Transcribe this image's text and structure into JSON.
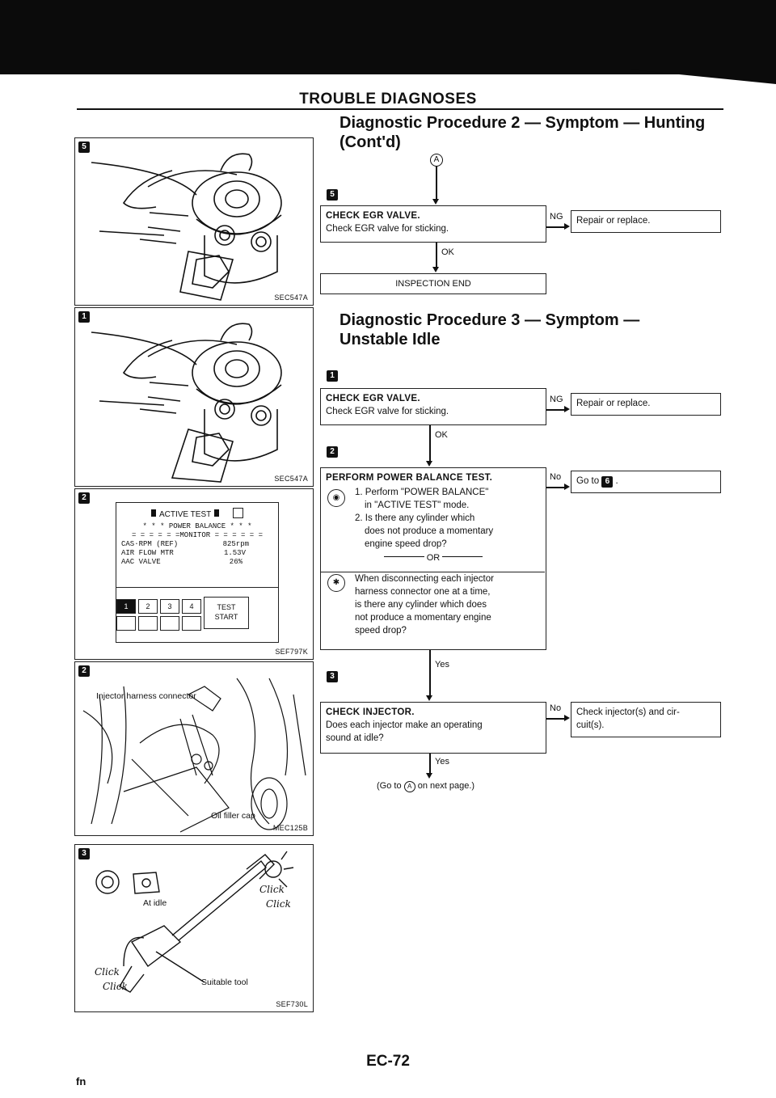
{
  "header": {
    "section_title": "TROUBLE DIAGNOSES"
  },
  "proc2": {
    "title_line1": "Diagnostic Procedure 2 — Symptom — Hunting",
    "title_line2": "(Cont'd)",
    "connector": "A",
    "step_badge": "5",
    "check_title": "CHECK EGR VALVE.",
    "check_text": "Check EGR valve for sticking.",
    "ng_label": "NG",
    "ng_action": "Repair or replace.",
    "ok_label": "OK",
    "end_text": "INSPECTION END"
  },
  "proc3": {
    "title_line1": "Diagnostic Procedure 3 — Symptom —",
    "title_line2": "Unstable Idle",
    "step1_badge": "1",
    "check1_title": "CHECK EGR VALVE.",
    "check1_text": "Check EGR valve for sticking.",
    "ng_label": "NG",
    "ng_action": "Repair or replace.",
    "ok_label": "OK",
    "step2_badge": "2",
    "check2_title": "PERFORM POWER BALANCE TEST.",
    "check2_line1": "1. Perform \"POWER BALANCE\"",
    "check2_line2": "in \"ACTIVE TEST\" mode.",
    "check2_line3": "2. Is there any cylinder which",
    "check2_line4": "does not produce a momentary",
    "check2_line5": "engine speed drop?",
    "or_text": "OR",
    "check2_alt1": "When disconnecting each injector",
    "check2_alt2": "harness connector one at a time,",
    "check2_alt3": "is there any cylinder which does",
    "check2_alt4": "not produce a momentary engine",
    "check2_alt5": "speed drop?",
    "no_label": "No",
    "goto_text": "Go to",
    "goto_badge": "6",
    "yes_label": "Yes",
    "step3_badge": "3",
    "check3_title": "CHECK INJECTOR.",
    "check3_line1": "Does each injector make an operating",
    "check3_line2": "sound at idle?",
    "no3_label": "No",
    "no3_action_1": "Check injector(s) and cir-",
    "no3_action_2": "cuit(s).",
    "yes3_label": "Yes",
    "next_page": "(Go to",
    "next_page_connector": "A",
    "next_page_tail": "on next page.)"
  },
  "figures": {
    "fig1": {
      "badge": "5",
      "ref": "SEC547A"
    },
    "fig2": {
      "badge": "1",
      "ref": "SEC547A"
    },
    "fig3": {
      "badge": "2",
      "ref": "SEF797K",
      "lcd_header": "ACTIVE TEST",
      "lcd_line1": "* * * POWER BALANCE * * *",
      "lcd_line2": "= = = = = =MONITOR = = = = = =",
      "lcd_r1_label": "CAS·RPM (REF)",
      "lcd_r1_val": "825rpm",
      "lcd_r2_label": "AIR FLOW MTR",
      "lcd_r2_val": "1.53V",
      "lcd_r3_label": "AAC VALVE",
      "lcd_r3_val": "26%",
      "keys": [
        "1",
        "2",
        "3",
        "4"
      ],
      "test_start_1": "TEST",
      "test_start_2": "START"
    },
    "fig4": {
      "badge": "2",
      "ref": "MEC125B",
      "label_connector": "Injector harness connector",
      "label_cap": "Oil filler cap"
    },
    "fig5": {
      "badge": "3",
      "ref": "SEF730L",
      "label_idle": "At idle",
      "label_tool": "Suitable tool",
      "click1": "Click",
      "click2": "Click",
      "click3": "Click",
      "click4": "Click"
    }
  },
  "footer": {
    "page_number": "EC-72",
    "corner_mark": "fn"
  }
}
